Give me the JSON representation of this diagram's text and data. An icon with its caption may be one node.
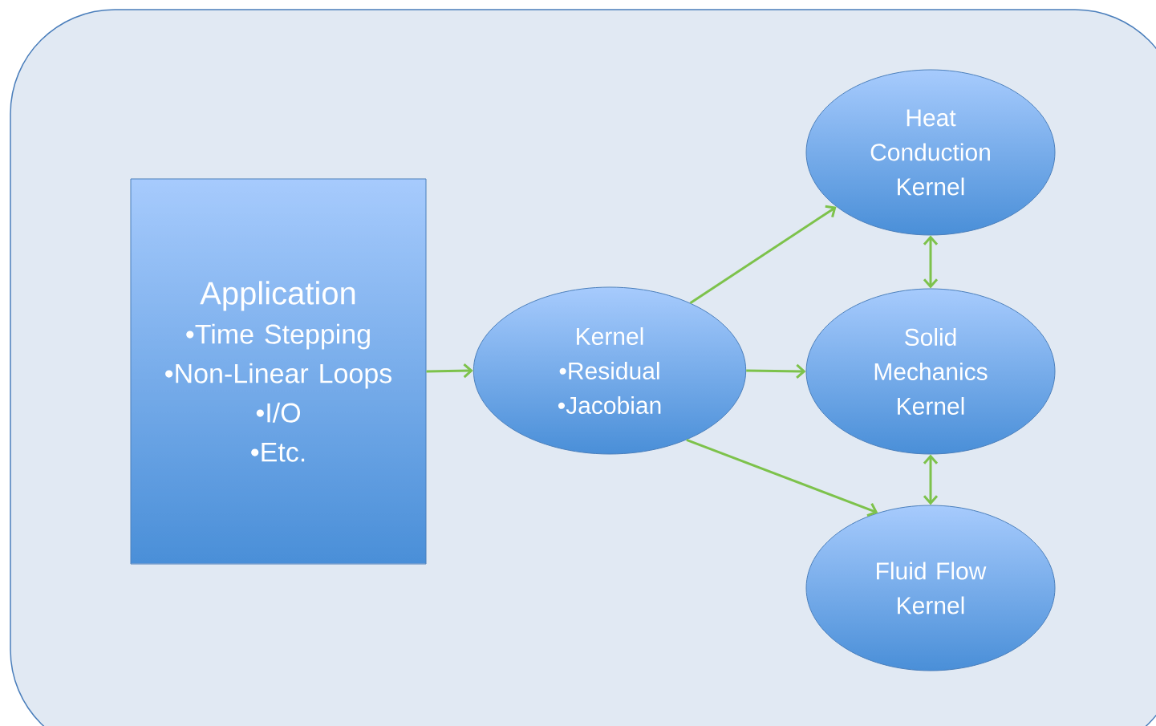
{
  "diagram": {
    "nodes": [
      {
        "text": [
          "Application",
          "•Time Stepping",
          "•Non-Linear Loops",
          "•I/O",
          "•Etc."
        ]
      },
      {
        "text": [
          "Kernel",
          "•Residual",
          "•Jacobian"
        ]
      },
      {
        "text": [
          "Heat Conduction Kernel"
        ]
      },
      {
        "text": [
          "Solid Mechanics Kernel"
        ]
      },
      {
        "text": [
          "Fluid Flow Kernel"
        ]
      }
    ],
    "edges": [
      {
        "from": 0,
        "to": 1,
        "arrow": "to"
      },
      {
        "from": 1,
        "to": 2,
        "arrow": "to"
      },
      {
        "from": 1,
        "to": 3,
        "arrow": "to"
      },
      {
        "from": 1,
        "to": 4,
        "arrow": "to"
      },
      {
        "from": 2,
        "to": 3,
        "arrow": "both"
      },
      {
        "from": 3,
        "to": 4,
        "arrow": "both"
      }
    ]
  }
}
